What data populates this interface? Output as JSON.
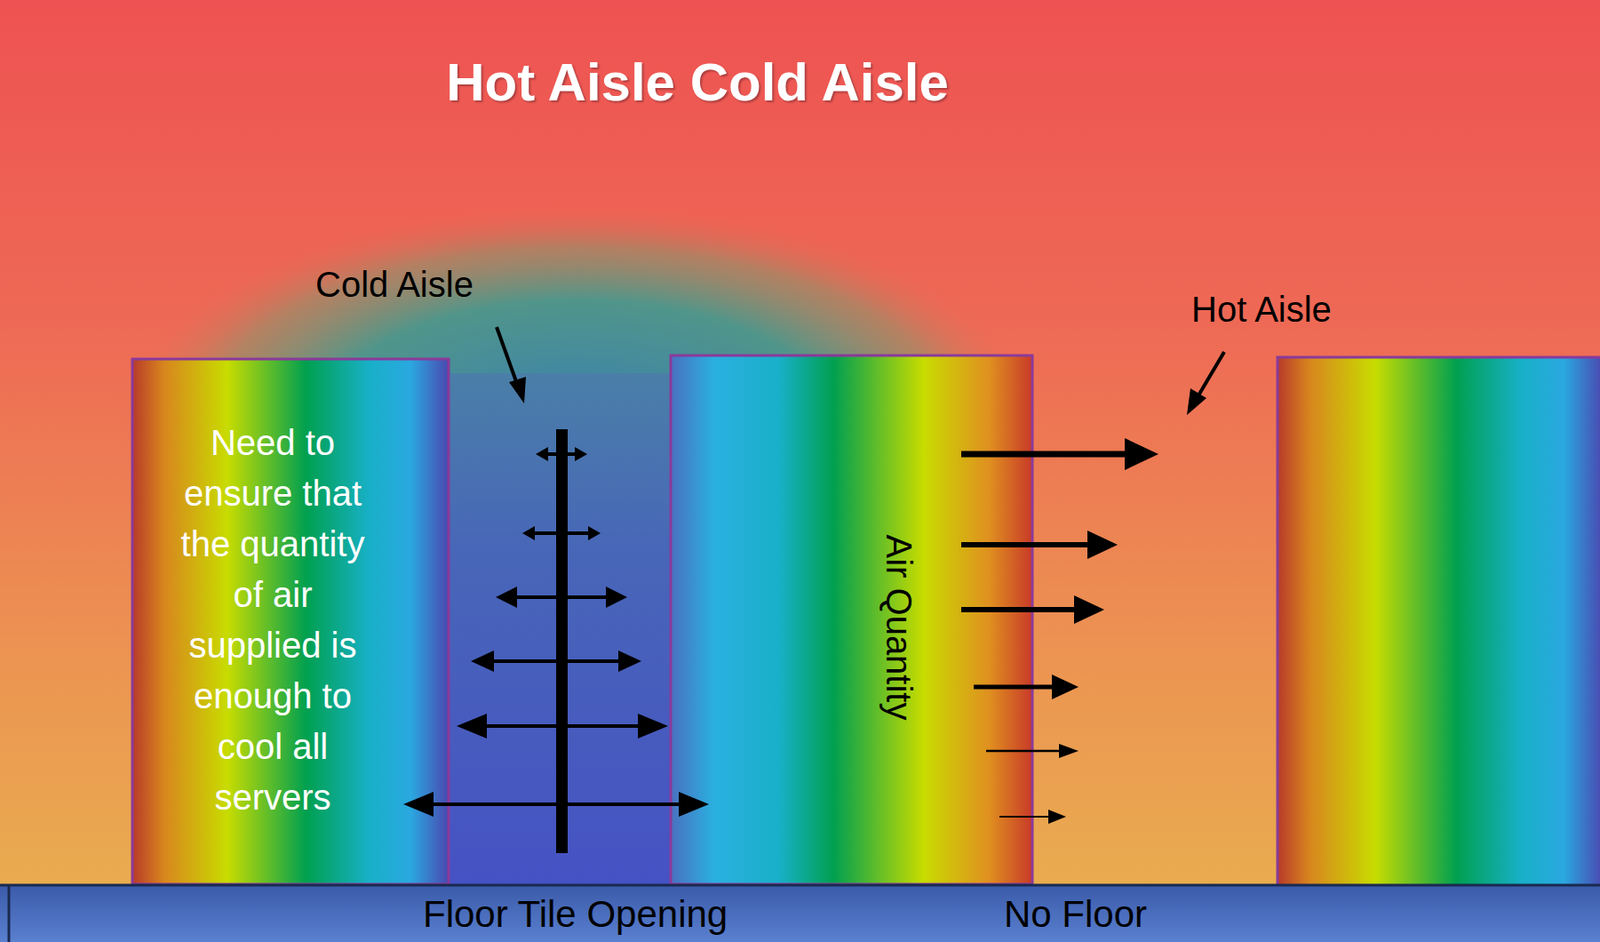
{
  "diagram": {
    "title": "Hot Aisle Cold Aisle",
    "nodes": [
      {
        "text": [
          "Need to ensure that the quantity of air supplied is enough to cool all servers"
        ]
      },
      {
        "text": [
          "Air Quantity"
        ]
      }
    ],
    "labels": [
      "Cold Aisle",
      "Hot Aisle",
      "Floor Tile Opening",
      "No Floor"
    ]
  }
}
